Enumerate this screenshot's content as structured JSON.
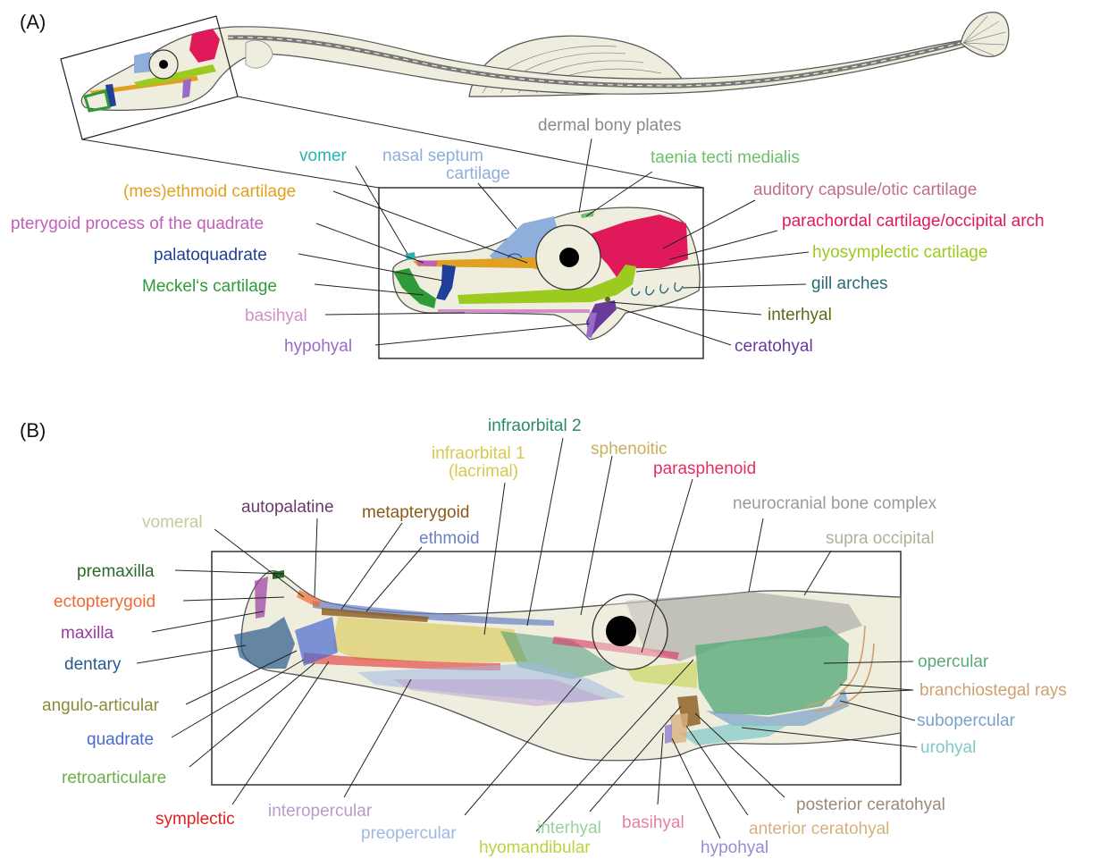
{
  "panels": {
    "a": {
      "title": "(A)",
      "labels": {
        "vomer": "vomer",
        "nasal_septum_1": "nasal septum",
        "nasal_septum_2": "cartilage",
        "dermal_bony_plates": "dermal bony plates",
        "taenia_tecti_medialis": "taenia tecti medialis",
        "mes_ethmoid": "(mes)ethmoid cartilage",
        "auditory_capsule": "auditory capsule/otic cartilage",
        "pterygoid_process": "pterygoid process of the quadrate",
        "parachordal": "parachordal cartilage/occipital arch",
        "palatoquadrate": "palatoquadrate",
        "hyosymplectic": "hyosymplectic cartilage",
        "meckels": "Meckel‘s cartilage",
        "gill_arches": "gill arches",
        "basihyal": "basihyal",
        "interhyal": "interhyal",
        "hypohyal": "hypohyal",
        "ceratohyal": "ceratohyal"
      }
    },
    "b": {
      "title": "(B)",
      "labels": {
        "infraorbital2": "infraorbital 2",
        "infraorbital1_1": "infraorbital 1",
        "infraorbital1_2": "(lacrimal)",
        "sphenoitic": "sphenoitic",
        "parasphenoid": "parasphenoid",
        "autopalatine": "autopalatine",
        "metapterygoid": "metapterygoid",
        "neurocranial": "neurocranial bone complex",
        "vomeral": "vomeral",
        "ethmoid": "ethmoid",
        "supra_occipital": "supra occipital",
        "premaxilla": "premaxilla",
        "ectopterygoid": "ectopterygoid",
        "maxilla": "maxilla",
        "dentary": "dentary",
        "opercular": "opercular",
        "branchiostegal": "branchiostegal rays",
        "angulo_articular": "angulo-articular",
        "subopercular": "subopercular",
        "quadrate": "quadrate",
        "urohyal": "urohyal",
        "retroarticulare": "retroarticulare",
        "posterior_ceratohyal": "posterior ceratohyal",
        "symplectic": "symplectic",
        "interopercular": "interopercular",
        "interhyal": "interhyal",
        "basihyal": "basihyal",
        "anterior_ceratohyal": "anterior ceratohyal",
        "preopercular": "preopercular",
        "hyomandibular": "hyomandibular",
        "hypohyal": "hypohyal"
      }
    }
  },
  "colors": {
    "body_fill": "#efedde",
    "outline": "#555555",
    "leader": "#222222",
    "a_vomer": "#2bb3b0",
    "a_nasal": "#8eaedc",
    "a_dermal": "#8a8a8a",
    "a_taenia": "#6cbf6c",
    "a_ethmoid": "#e0a020",
    "a_auditory": "#c0708a",
    "a_pterygoid": "#c060b8",
    "a_parachordal": "#e0195a",
    "a_palatoquadrate": "#1f3f9a",
    "a_hyosymplectic": "#9cca1e",
    "a_meckels": "#2f9a3a",
    "a_gill": "#2a6a78",
    "a_basihyal": "#d090c8",
    "a_interhyal": "#5a6a1a",
    "a_hypohyal": "#9a6ac8",
    "a_ceratohyal": "#6a3a9a",
    "b_infraorbital2": "#2a8a6a",
    "b_infraorbital1": "#d8c850",
    "b_sphenoitic": "#c8b060",
    "b_parasphenoid": "#e03060",
    "b_autopalatine": "#6a3a6a",
    "b_metapterygoid": "#8a5a1a",
    "b_neurocranial": "#9a9a9a",
    "b_vomeral": "#c8c89a",
    "b_ethmoid": "#6a80c8",
    "b_supra_occipital": "#b0b09a",
    "b_premaxilla": "#2a6a2a",
    "b_ectopterygoid": "#f06a30",
    "b_maxilla": "#9a3aa0",
    "b_dentary": "#2a5a8a",
    "b_opercular": "#5aaa7a",
    "b_branchiostegal": "#d0a070",
    "b_angulo_articular": "#8a8a3a",
    "b_subopercular": "#7aa0c8",
    "b_quadrate": "#4a6ad0",
    "b_urohyal": "#80c8c8",
    "b_retroarticulare": "#6ab04a",
    "b_posterior_ceratohyal": "#9a8a7a",
    "b_symplectic": "#e02020",
    "b_interopercular": "#b89ad0",
    "b_interhyal": "#9ad0a0",
    "b_basihyal": "#e880a0",
    "b_anterior_ceratohyal": "#d8b080",
    "b_preopercular": "#a0b8e0",
    "b_hyomandibular": "#c0d040",
    "b_hypohyal": "#9a8ad0"
  }
}
